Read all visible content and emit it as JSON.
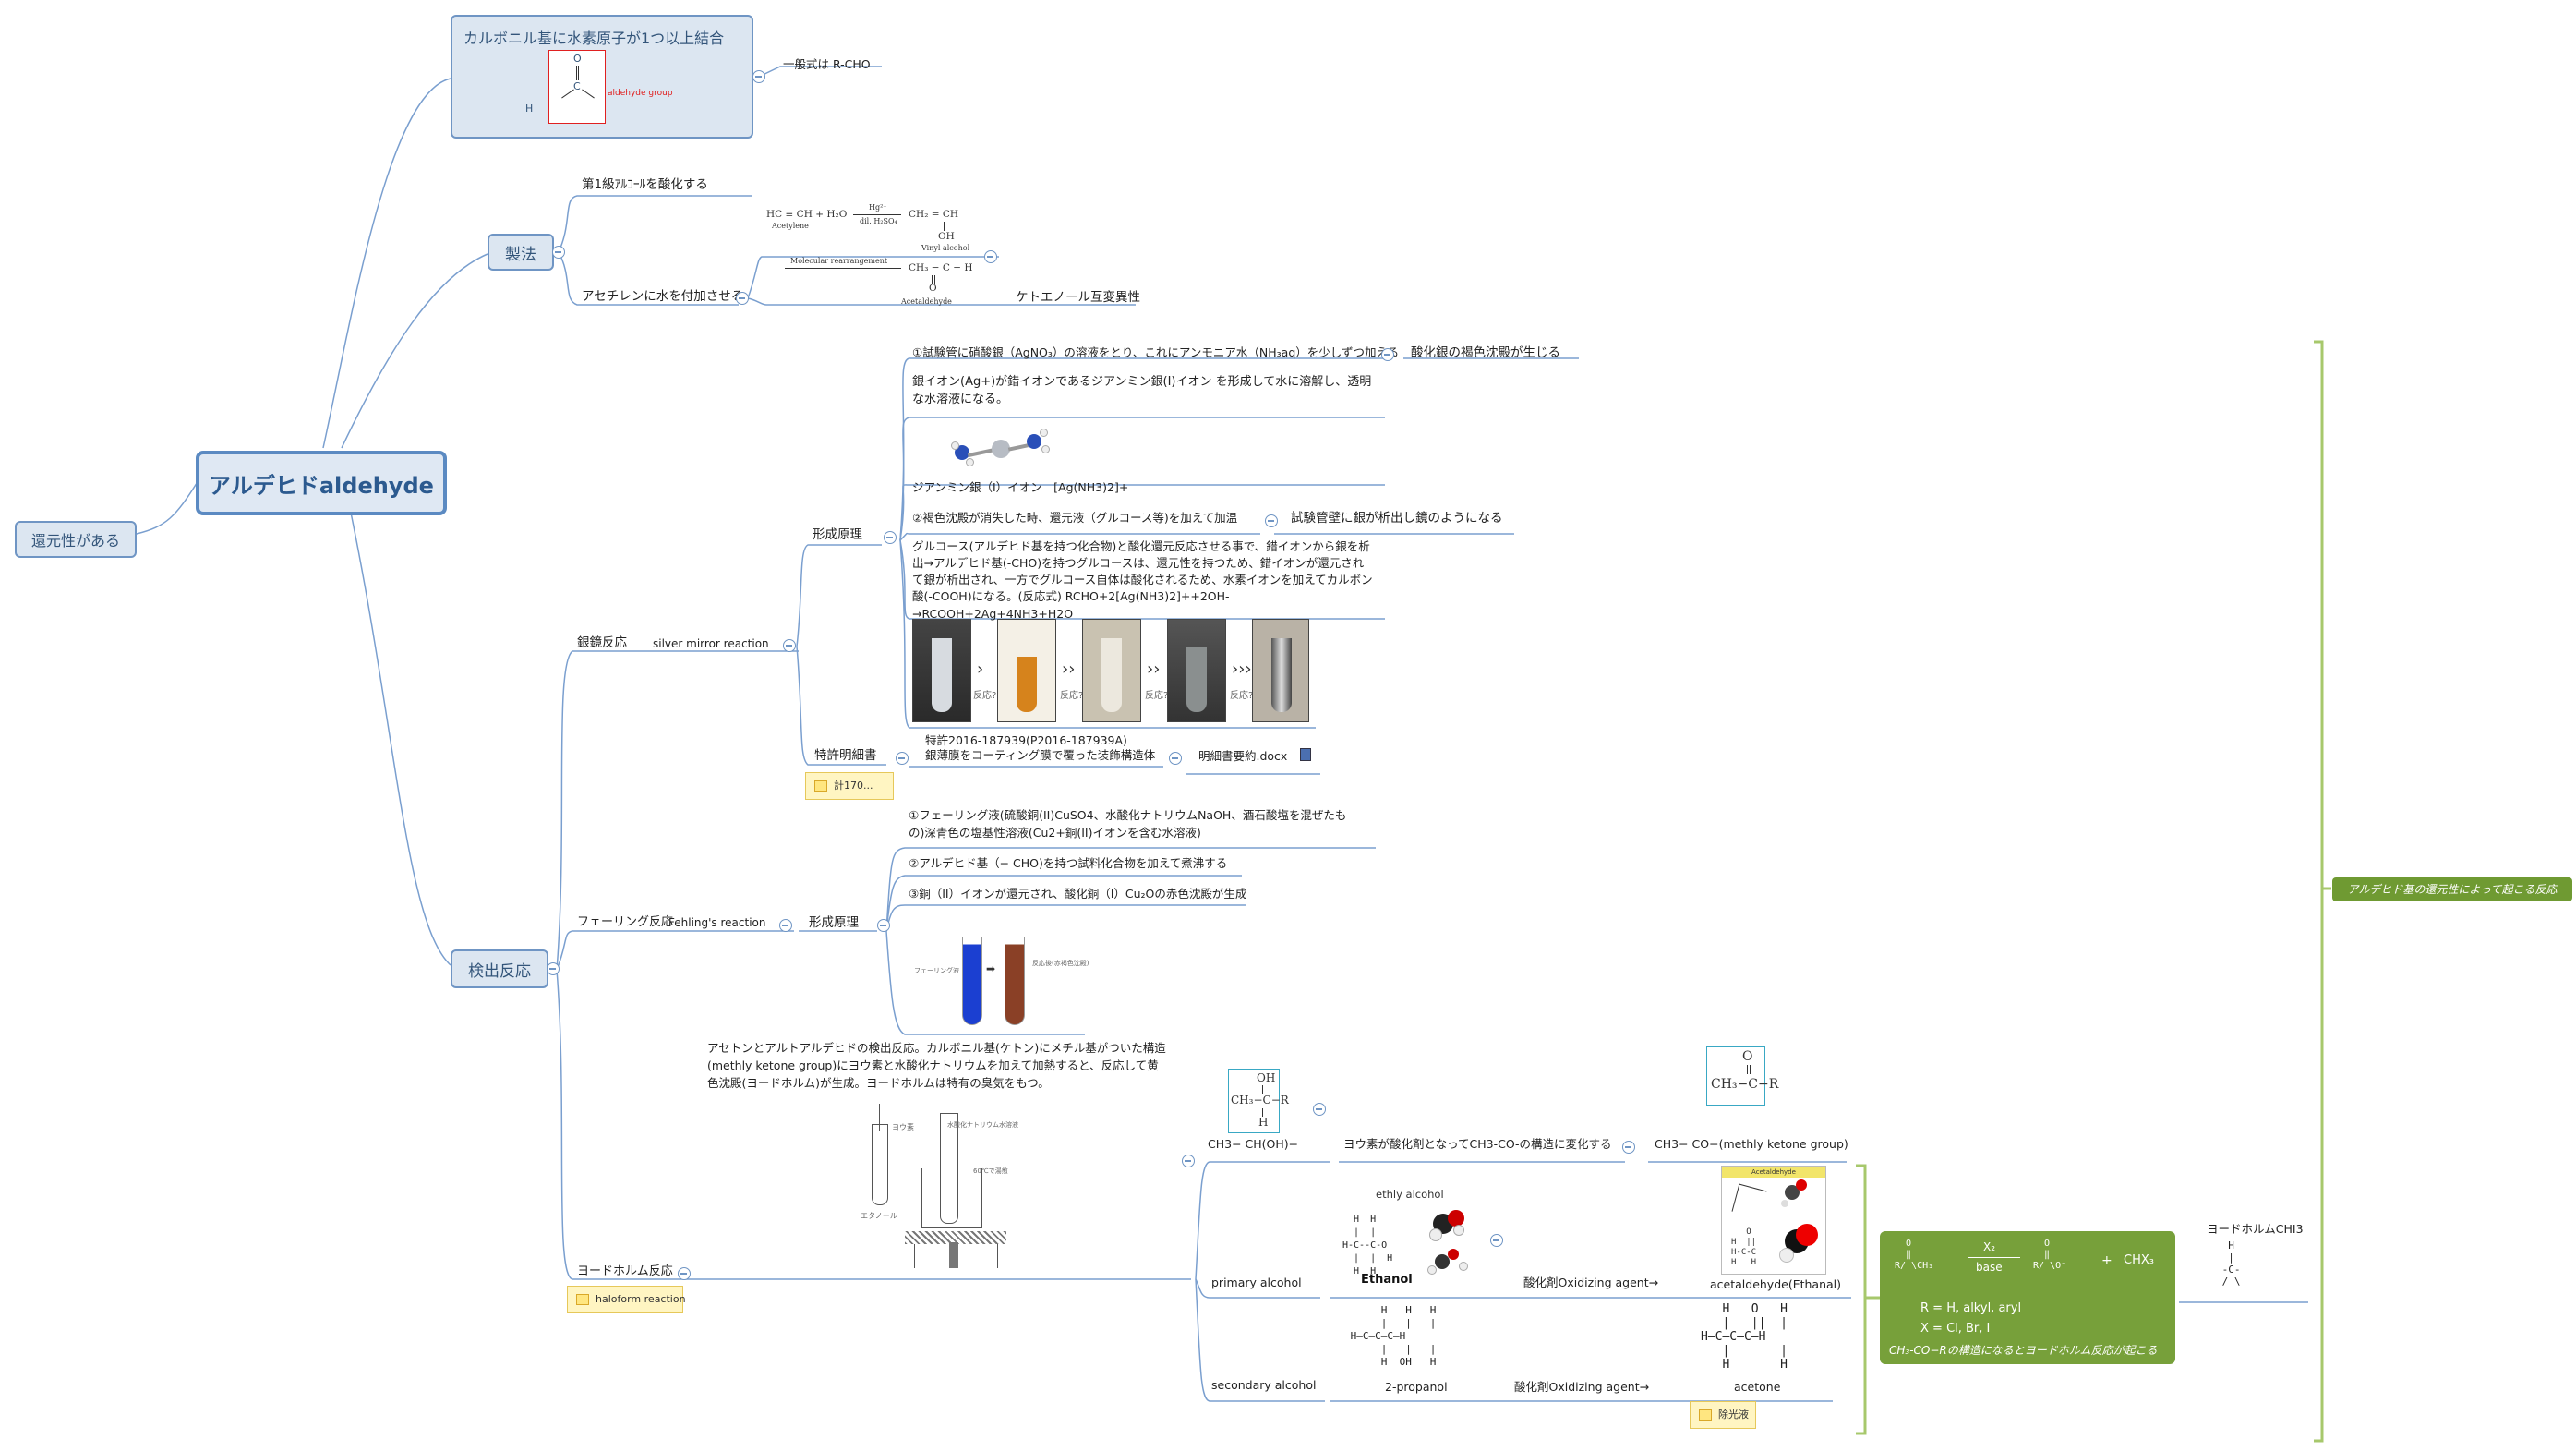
{
  "root": {
    "title": "アルデヒドaldehyde"
  },
  "reducing": {
    "label": "還元性がある"
  },
  "definition": {
    "title": "カルボニル基に水素原子が1つ以上結合",
    "group_label": "aldehyde group",
    "general_formula": "一般式は R-CHO",
    "atoms": {
      "o": "O",
      "h": "H",
      "c": "C"
    }
  },
  "production": {
    "label": "製法",
    "primary_alcohol": "第1級ｱﾙｺｰﾙを酸化する",
    "acetylene": "アセチレンに水を付加させる",
    "tautomer": "ケトエノール互変異性",
    "reaction": {
      "lhs": "HC ≡ CH + H₂O",
      "lhs_name": "Acetylene",
      "catalyst_top": "Hg²⁺",
      "catalyst_bottom": "dil. H₂SO₄",
      "vinyl": "CH₂ = CH",
      "oh": "OH",
      "vinyl_name": "Vinyl alcohol",
      "rearrangement": "Molecular rearrangement",
      "product": "CH₃ − C − H",
      "product_o": "O",
      "product_name": "Acetaldehyde"
    }
  },
  "detection": {
    "label": "検出反応",
    "silver": {
      "label": "銀鏡反応",
      "english": "silver mirror reaction",
      "mechanism": "形成原理",
      "step1": "①試験管に硝酸銀（AgNO₃）の溶液をとり、これにアンモニア水（NH₃aq）を少しずつ加える",
      "step1_result": "酸化銀の褐色沈殿が生じる",
      "complex_text": "銀イオン(Ag+)が錯イオンであるジアンミン銀(I)イオン を形成して水に溶解し、透明な水溶液になる。",
      "complex_name": "ジアンミン銀（I）イオン　[Ag(NH3)2]+",
      "step2": "②褐色沈殿が消失した時、還元液（グルコース等)を加えて加温",
      "step2_result": "試験管壁に銀が析出し鏡のようになる",
      "explanation": "グルコース(アルデヒド基を持つ化合物)と酸化還元反応させる事で、錯イオンから銀を析出→アルデヒド基(-CHO)を持つグルコースは、還元性を持つため、錯イオンが還元されて銀が析出され、一方でグルコース自体は酸化されるため、水素イオンを加えてカルボン酸(-COOH)になる。(反応式) RCHO+2[Ag(NH3)2]++2OH-→RCOOH+2Ag+4NH3+H2O",
      "photo_labels": [
        "反応?",
        "反応?",
        "反応?",
        "反応?"
      ],
      "patent": {
        "label": "特許明細書",
        "number": "特許2016-187939(P2016-187939A)",
        "title": "銀薄膜をコーティング膜で覆った装飾構造体",
        "file": "明細書要約.docx",
        "note": "計170..."
      }
    },
    "fehling": {
      "label": "フェーリング反応",
      "english": "Fehling's reaction",
      "mechanism": "形成原理",
      "step1": "①フェーリング液(硫酸銅(II)CuSO4、水酸化ナトリウムNaOH、酒石酸塩を混ぜたもの)深青色の塩基性溶液(Cu2+銅(II)イオンを含む水溶液)",
      "step2": "②アルデヒド基（− CHO)を持つ試料化合物を加えて煮沸する",
      "step3": "③銅（II）イオンが還元され、酸化銅（I）Cu₂Oの赤色沈殿が生成",
      "tube_left": "フェーリング液",
      "tube_right": "反応後(赤褐色沈殿)"
    },
    "iodoform": {
      "label": "ヨードホルム反応",
      "note": "haloform reaction",
      "description": "アセトンとアルトアルデヒドの検出反応。カルボニル基(ケトン)にメチル基がついた構造(methly ketone group)にヨウ素と水酸化ナトリウムを加えて加熱すると、反応して黄色沈殿(ヨードホルム)が生成。ヨードホルムは特有の臭気をもつ。",
      "apparatus": {
        "iodine": "ヨウ素",
        "naoh": "水酸化ナトリウム水溶液",
        "water": "60℃で湯煎",
        "ethanol": "エタノール"
      },
      "struct1": "CH3− CH(OH)−",
      "struct1_formula": {
        "oh": "OH",
        "ch3c": "CH₃−C−R",
        "h": "H"
      },
      "oxidize_text": "ヨウ素が酸化剤となってCH3-CO-の構造に変化する",
      "struct2": "CH3− CO−(methly ketone group)",
      "struct2_formula": {
        "o": "O",
        "main": "CH₃−C−R"
      },
      "primary": "primary alcohol",
      "ethanol_caption": "ethly alcohol",
      "ethanol": "Ethanol",
      "oxidizer1": "酸化剤Oxidizing agent→",
      "acetaldehyde": "acetaldehyde(Ethanal)",
      "acetaldehyde_header": "Acetaldehyde",
      "secondary": "secondary alcohol",
      "propanol": "2-propanol",
      "oxidizer2": "酸化剤Oxidizing agent→",
      "acetone": "acetone",
      "acetone_note": "除光液",
      "summary": {
        "reagent_top": "X₂",
        "reagent_bottom": "base",
        "plus": "+",
        "product2": "CHX₃",
        "r_def": "R = H, alkyl, aryl",
        "x_def": "X = Cl, Br, I",
        "caption": "CH₃-CO−Rの構造になるとヨードホルム反応が起こる"
      },
      "chi3": "ヨードホルムCHI3"
    }
  },
  "boundary": {
    "label": "アルデヒド基の還元性によって起こる反応"
  }
}
